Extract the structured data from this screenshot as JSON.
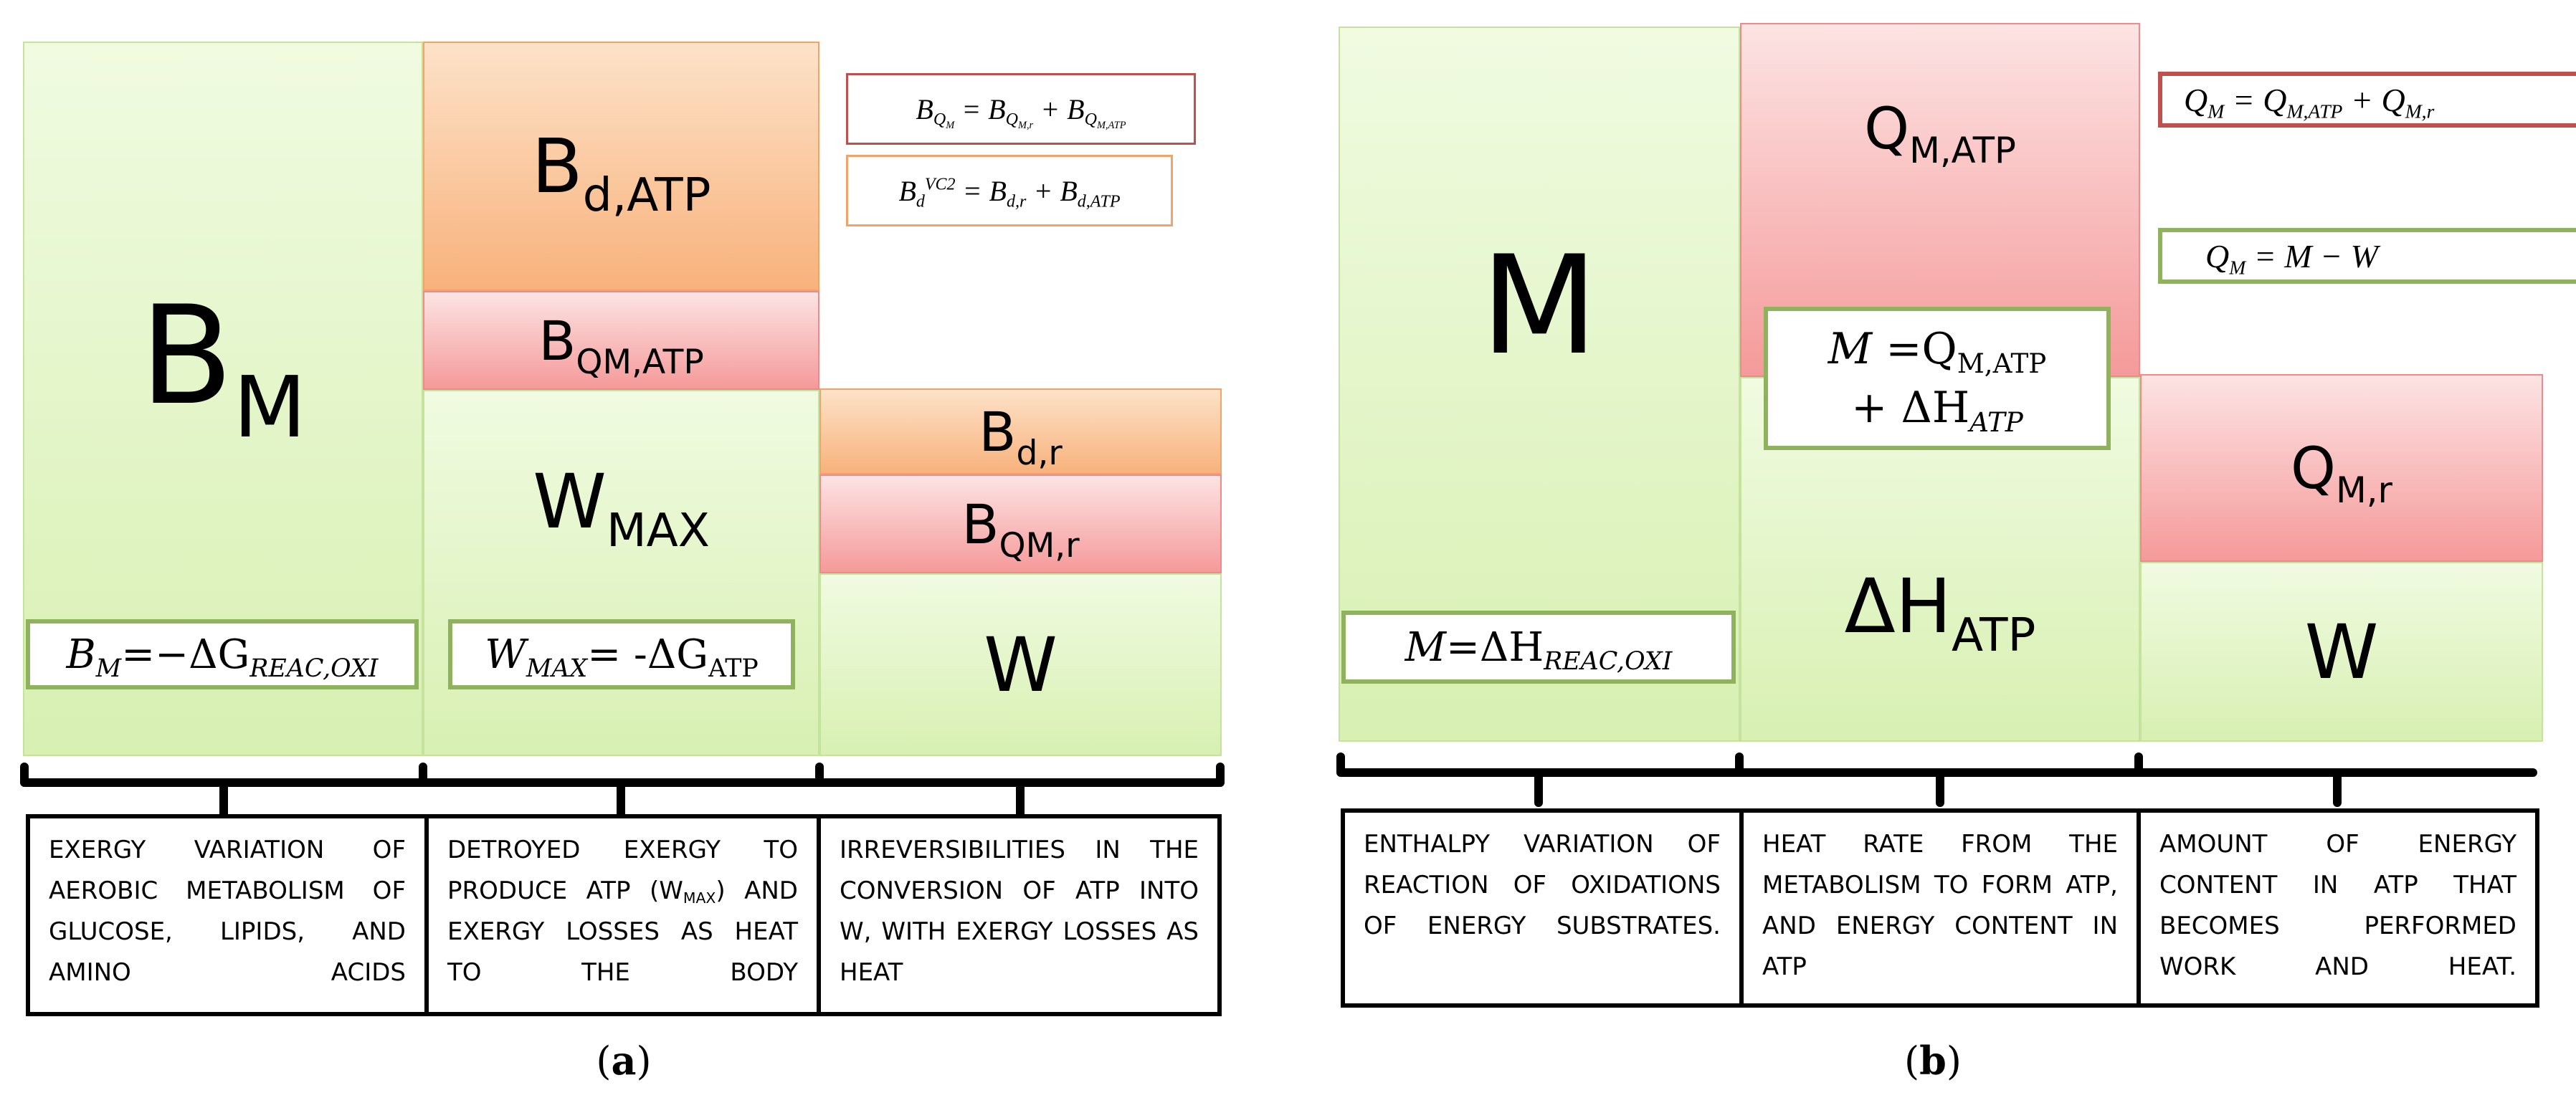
{
  "panel_a": {
    "blocks": {
      "bm": {
        "base": "B",
        "sub": "M"
      },
      "bd_atp": {
        "base": "B",
        "sub": "d,ATP"
      },
      "bqm_atp": {
        "base": "B",
        "sub": "QM,ATP"
      },
      "wmax": {
        "base": "W",
        "sub": "MAX"
      },
      "bd_r": {
        "base": "B",
        "sub": "d,r"
      },
      "bqm_r": {
        "base": "B",
        "sub": "QM,r"
      },
      "w": "W"
    },
    "equations": {
      "bm_eq": {
        "lhs": "B",
        "lhs_sub": "M",
        "rhs": "=−ΔG",
        "rhs_sub": "REAC,OXI"
      },
      "wmax_eq": {
        "lhs": "W",
        "lhs_sub": "MAX",
        "rhs": "= -ΔG",
        "rhs_sub": "ATP"
      },
      "bqm_eq": {
        "lhs": "B",
        "lhs_sub": "Q",
        "lhs_subsub": "M",
        "mid": " = B",
        "mid_sub": "Q",
        "mid_subsub": "M,r",
        "tail": " + B",
        "tail_sub": "Q",
        "tail_subsub": "M,ATP"
      },
      "bd_eq": {
        "lhs": "B",
        "lhs_sub": "d",
        "lhs_sup": "VC2",
        "mid": " = B",
        "mid_sub": "d,r",
        "tail": " + B",
        "tail_sub": "d,ATP"
      }
    },
    "descriptions": {
      "col1": "EXERGY VARIATION OF AEROBIC METABOLISM OF GLUCOSE, LIPIDS, AND AMINO ACIDS",
      "col2_a": "DETROYED EXERGY TO PRODUCE ATP (W",
      "col2_sub": "MAX",
      "col2_b": ") AND EXERGY LOSSES AS HEAT TO THE BODY",
      "col3": "IRREVERSIBILITIES IN THE CONVERSION OF ATP INTO W, WITH EXERGY LOSSES AS HEAT"
    },
    "caption": "a"
  },
  "panel_b": {
    "blocks": {
      "m": "M",
      "qm_atp": {
        "base": "Q",
        "sub": "M,ATP"
      },
      "dh_atp": {
        "base": "ΔH",
        "sub": "ATP"
      },
      "qm_r": {
        "base": "Q",
        "sub": "M,r"
      },
      "w": "W"
    },
    "equations": {
      "m_eq": {
        "lhs": "M",
        "rhs": "=ΔH",
        "rhs_sub": "REAC,OXI"
      },
      "m_center_line1": {
        "lhs": "M",
        "rhs": " =Q",
        "rhs_sub": "M,ATP"
      },
      "m_center_line2": {
        "text": "+ ΔH",
        "sub": "ATP"
      },
      "qm_sum": {
        "lhs": "Q",
        "lhs_sub": "M",
        "rhs": " = Q",
        "rhs_sub": "M,ATP",
        "tail": " + Q",
        "tail_sub": "M,r"
      },
      "qm_diff": {
        "lhs": "Q",
        "lhs_sub": "M",
        "rhs": " = M − W"
      }
    },
    "descriptions": {
      "col1": "ENTHALPY VARIATION OF REACTION OF OXIDATIONS OF ENERGY SUBSTRATES.",
      "col2": "HEAT RATE FROM THE METABOLISM TO FORM ATP, AND ENERGY CONTENT IN ATP",
      "col3": "AMOUNT OF ENERGY CONTENT IN ATP THAT BECOMES PERFORMED WORK AND HEAT."
    },
    "caption": "b"
  },
  "colors": {
    "green_fill": "#d8f0b2",
    "orange_fill": "#f8b27c",
    "pink_fill": "#f59a9a",
    "equation_border_green": "#8fb35c",
    "equation_border_red": "#c0504d",
    "equation_border_orange": "#f0a469"
  }
}
